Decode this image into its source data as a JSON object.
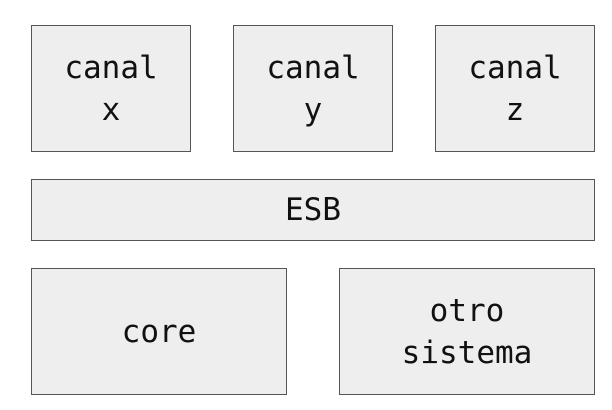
{
  "diagram": {
    "channels": [
      {
        "line1": "canal",
        "line2": "x"
      },
      {
        "line1": "canal",
        "line2": "y"
      },
      {
        "line1": "canal",
        "line2": "z"
      }
    ],
    "bus": {
      "label": "ESB"
    },
    "systems": {
      "core": {
        "label": "core"
      },
      "other": {
        "line1": "otro",
        "line2": "sistema"
      }
    }
  },
  "colors": {
    "box_fill": "#eeeeee",
    "box_border": "#555555",
    "text": "#111111"
  }
}
